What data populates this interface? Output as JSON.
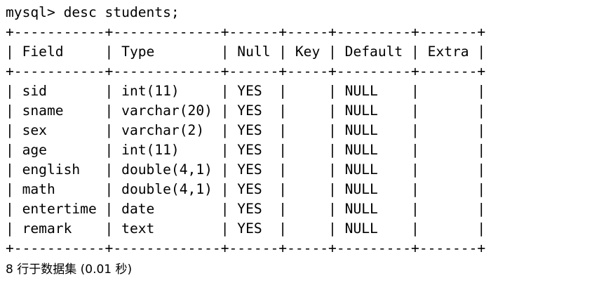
{
  "terminal": {
    "prompt": "mysql>",
    "command": "desc students;",
    "prompt_line": "mysql> desc students;",
    "footer": "8 行于数据集 (0.01 秒)",
    "row_count": "8",
    "duration": "0.01 秒",
    "background_color": "#ffffff",
    "text_color": "#000000"
  },
  "table": {
    "name": "students",
    "columns": [
      {
        "header": "Field",
        "width": 11
      },
      {
        "header": "Type",
        "width": 13
      },
      {
        "header": "Null",
        "width": 6
      },
      {
        "header": "Key",
        "width": 5
      },
      {
        "header": "Default",
        "width": 9
      },
      {
        "header": "Extra",
        "width": 7
      }
    ],
    "headers": [
      "Field",
      "Type",
      "Null",
      "Key",
      "Default",
      "Extra"
    ],
    "rows": [
      {
        "Field": "sid",
        "Type": "int(11)",
        "Null": "YES",
        "Key": "",
        "Default": "NULL",
        "Extra": ""
      },
      {
        "Field": "sname",
        "Type": "varchar(20)",
        "Null": "YES",
        "Key": "",
        "Default": "NULL",
        "Extra": ""
      },
      {
        "Field": "sex",
        "Type": "varchar(2)",
        "Null": "YES",
        "Key": "",
        "Default": "NULL",
        "Extra": ""
      },
      {
        "Field": "age",
        "Type": "int(11)",
        "Null": "YES",
        "Key": "",
        "Default": "NULL",
        "Extra": ""
      },
      {
        "Field": "english",
        "Type": "double(4,1)",
        "Null": "YES",
        "Key": "",
        "Default": "NULL",
        "Extra": ""
      },
      {
        "Field": "math",
        "Type": "double(4,1)",
        "Null": "YES",
        "Key": "",
        "Default": "NULL",
        "Extra": ""
      },
      {
        "Field": "entertime",
        "Type": "date",
        "Null": "YES",
        "Key": "",
        "Default": "NULL",
        "Extra": ""
      },
      {
        "Field": "remark",
        "Type": "text",
        "Null": "YES",
        "Key": "",
        "Default": "NULL",
        "Extra": ""
      }
    ]
  }
}
